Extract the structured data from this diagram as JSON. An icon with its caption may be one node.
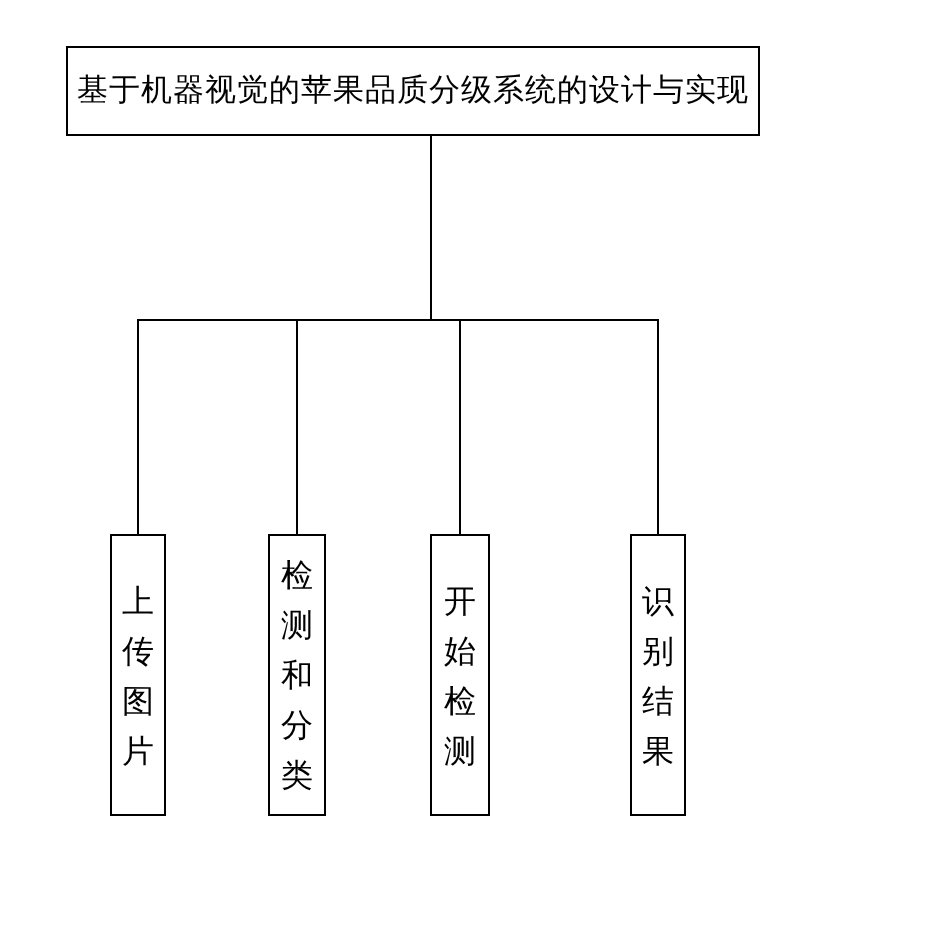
{
  "diagram": {
    "nodes": [
      {
        "text": [
          "基于机器视觉的苹果品质分级系统的设计与实现"
        ]
      },
      {
        "text": [
          "上传图片"
        ]
      },
      {
        "text": [
          "检测和分类"
        ]
      },
      {
        "text": [
          "开始检测"
        ]
      },
      {
        "text": [
          "识别结果"
        ]
      }
    ],
    "edges": [
      {
        "from": 0,
        "to": 1,
        "arrow": "none"
      },
      {
        "from": 0,
        "to": 2,
        "arrow": "none"
      },
      {
        "from": 0,
        "to": 3,
        "arrow": "none"
      },
      {
        "from": 0,
        "to": 4,
        "arrow": "none"
      }
    ]
  }
}
